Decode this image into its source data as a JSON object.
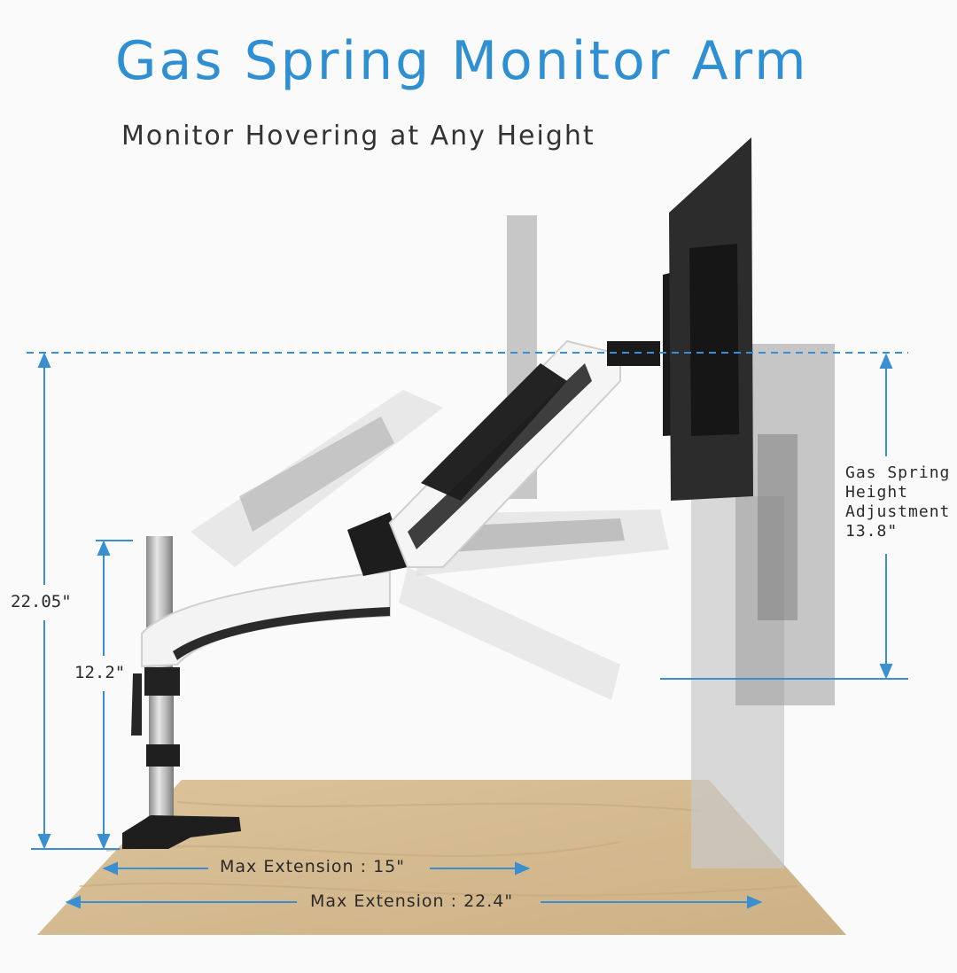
{
  "header": {
    "title": "Gas Spring Monitor Arm",
    "subtitle": "Monitor Hovering at Any Height"
  },
  "dimensions": {
    "max_height": "22.05\"",
    "base_height": "12.2\"",
    "gas_spring_label": [
      "Gas Spring",
      "Height",
      "Adjustment",
      "13.8\""
    ],
    "max_extension_short": "Max Extension : 15\"",
    "max_extension_long": "Max Extension : 22.4\""
  },
  "colors": {
    "accent": "#2f8fd3",
    "dimension_line": "#3a8fd0",
    "desk": "#d9bf95"
  }
}
